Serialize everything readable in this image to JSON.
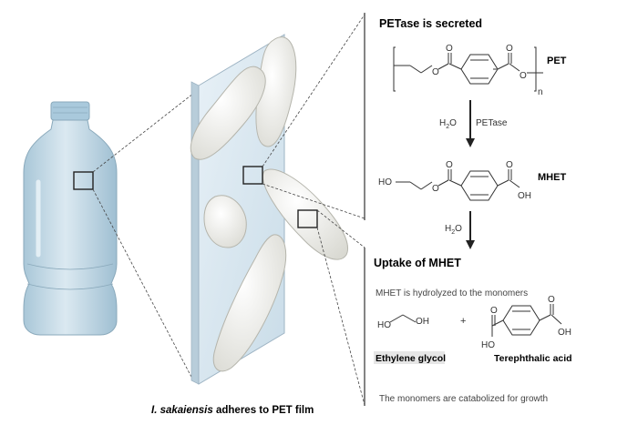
{
  "caption": {
    "organism": "I. sakaiensis",
    "rest": " adheres to PET film"
  },
  "panel": {
    "heading_top": "PETase is secreted",
    "pet_label": "PET",
    "subscript_n": "n",
    "arrow1_water": "H",
    "arrow1_water_sub": "2",
    "arrow1_water_o": "O",
    "arrow1_enzyme": "PETase",
    "mhet_label": "MHET",
    "mhet_ho": "HO",
    "mhet_oh": "OH",
    "arrow2_water": "H",
    "arrow2_water_sub": "2",
    "arrow2_water_o": "O",
    "heading_uptake": "Uptake of MHET",
    "hydrolyzed_text": "MHET is hydrolyzed to the monomers",
    "eg_ho": "HO",
    "eg_oh": "OH",
    "plus": "+",
    "tpa_ho": "HO",
    "tpa_oh": "OH",
    "eg_label": "Ethylene glycol",
    "tpa_label": "Terephthalic acid",
    "catabolized_text": "The monomers are catabolized for growth"
  },
  "atoms": {
    "o": "O"
  },
  "colors": {
    "bottle_fill": "#c7dde9",
    "bottle_cap": "#a9c9dc",
    "film_fill": "#dde9f2",
    "film_edge": "#9eb4c4",
    "bacteria_fill": "#f2f2ef",
    "line": "#333333"
  }
}
